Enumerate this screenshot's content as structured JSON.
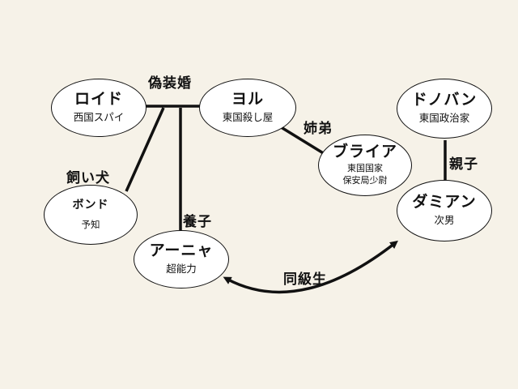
{
  "colors": {
    "background": "#f6f2e8",
    "node_fill": "#ffffff",
    "line": "#111111"
  },
  "nodes": {
    "loid": {
      "name": "ロイド",
      "role": "西国スパイ"
    },
    "yor": {
      "name": "ヨル",
      "role": "東国殺し屋"
    },
    "yuri": {
      "name": "ブライア",
      "role_line1": "東国国家",
      "role_line2": "保安局少尉"
    },
    "donovan": {
      "name": "ドノバン",
      "role": "東国政治家"
    },
    "bond": {
      "name": "ボンド",
      "role": "予知"
    },
    "anya": {
      "name": "アーニャ",
      "role": "超能力"
    },
    "damian": {
      "name": "ダミアン",
      "role": "次男"
    }
  },
  "edges": {
    "fake_marriage": "偽装婚",
    "siblings": "姉弟",
    "parent_child": "親子",
    "pet": "飼い犬",
    "adopted": "養子",
    "classmates": "同級生"
  }
}
